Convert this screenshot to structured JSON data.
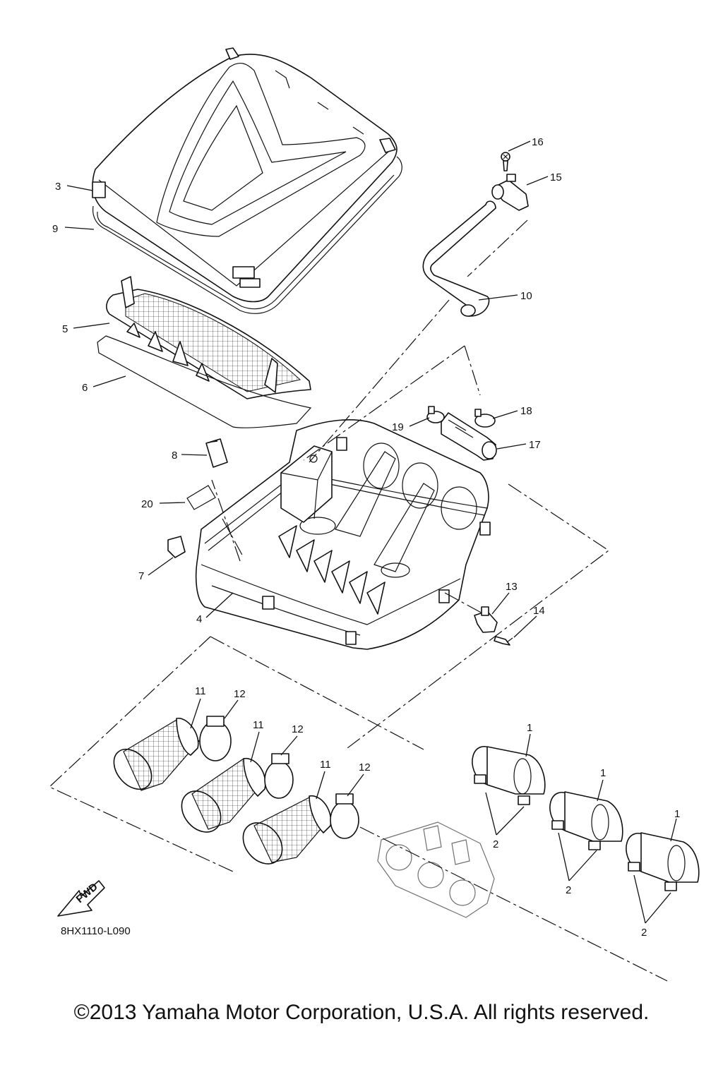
{
  "callouts": [
    {
      "id": "c3",
      "text": "3"
    },
    {
      "id": "c9",
      "text": "9"
    },
    {
      "id": "c5",
      "text": "5"
    },
    {
      "id": "c6",
      "text": "6"
    },
    {
      "id": "c8",
      "text": "8"
    },
    {
      "id": "c20",
      "text": "20"
    },
    {
      "id": "c7",
      "text": "7"
    },
    {
      "id": "c4",
      "text": "4"
    },
    {
      "id": "c16",
      "text": "16"
    },
    {
      "id": "c15",
      "text": "15"
    },
    {
      "id": "c10",
      "text": "10"
    },
    {
      "id": "c18",
      "text": "18"
    },
    {
      "id": "c19",
      "text": "19"
    },
    {
      "id": "c17",
      "text": "17"
    },
    {
      "id": "c13",
      "text": "13"
    },
    {
      "id": "c14",
      "text": "14"
    },
    {
      "id": "c11a",
      "text": "11"
    },
    {
      "id": "c12a",
      "text": "12"
    },
    {
      "id": "c11b",
      "text": "11"
    },
    {
      "id": "c12b",
      "text": "12"
    },
    {
      "id": "c11c",
      "text": "11"
    },
    {
      "id": "c12c",
      "text": "12"
    },
    {
      "id": "c1a",
      "text": "1"
    },
    {
      "id": "c1b",
      "text": "1"
    },
    {
      "id": "c1c",
      "text": "1"
    },
    {
      "id": "c2a",
      "text": "2"
    },
    {
      "id": "c2b",
      "text": "2"
    },
    {
      "id": "c2c",
      "text": "2"
    }
  ],
  "fwd_label": "FWD",
  "diagram_code": "8HX1110-L090",
  "copyright": "©2013 Yamaha Motor Corporation, U.S.A. All rights reserved."
}
